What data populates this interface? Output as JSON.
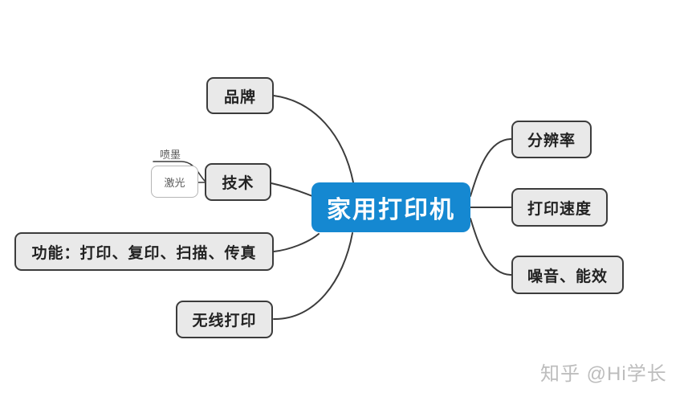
{
  "diagram": {
    "type": "mindmap",
    "root": {
      "label": "家用打印机"
    },
    "left_branches": [
      {
        "label": "品牌"
      },
      {
        "label": "技术",
        "children": [
          {
            "label": "喷墨"
          },
          {
            "label": "激光"
          }
        ]
      },
      {
        "label": "功能：打印、复印、扫描、传真"
      },
      {
        "label": "无线打印"
      }
    ],
    "right_branches": [
      {
        "label": "分辨率"
      },
      {
        "label": "打印速度"
      },
      {
        "label": "噪音、能效"
      }
    ]
  },
  "watermark": {
    "text": "知乎 @Hi学长"
  },
  "colors": {
    "root_fill": "#1588d1",
    "root_text": "#ffffff",
    "node_fill": "#e9e9e9",
    "node_border": "#3c3c3c",
    "node_text": "#222222",
    "subnode_fill": "#ffffff",
    "subnode_border": "#b5b5b5",
    "subnode_text": "#5a5a5a",
    "line": "#3c3c3c",
    "watermark_text": "#bdbdbd",
    "background": "#ffffff"
  }
}
